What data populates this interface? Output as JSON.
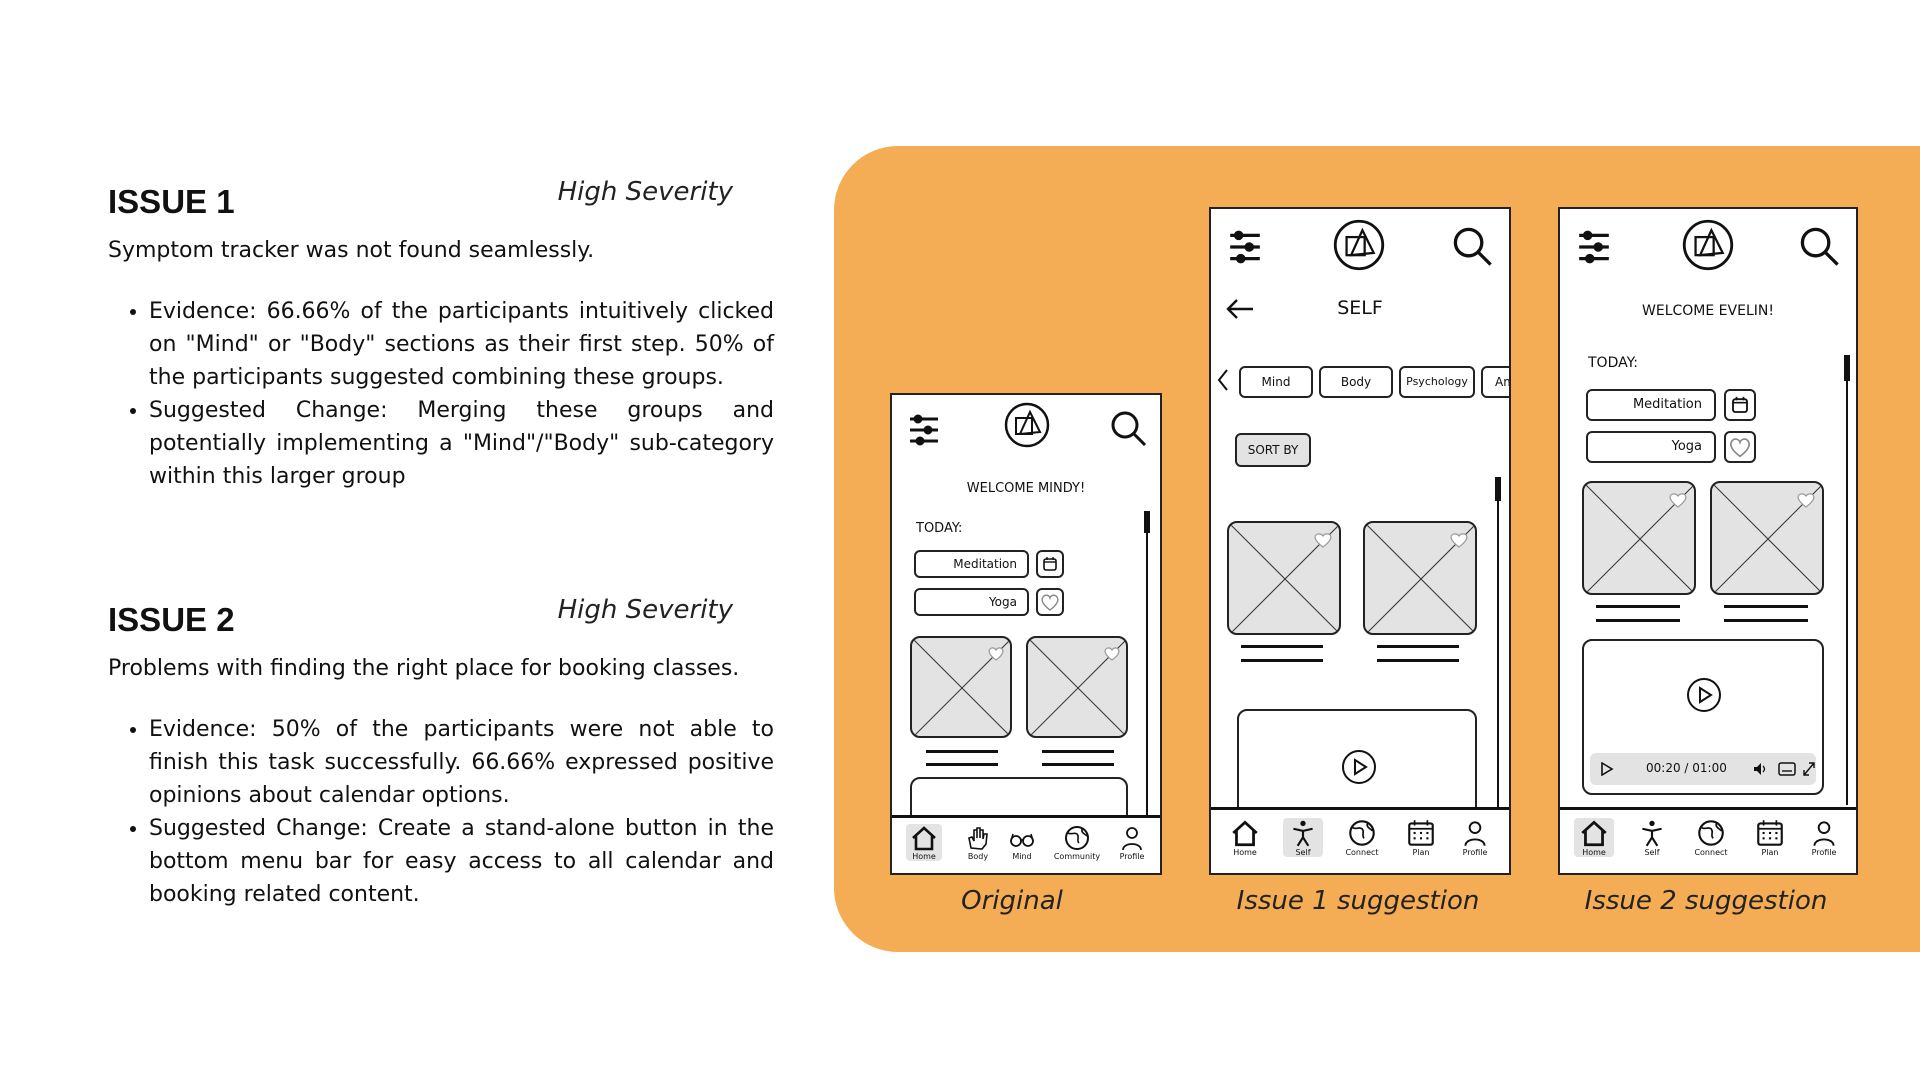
{
  "issues": [
    {
      "title": "ISSUE 1",
      "severity": "High Severity",
      "summary": "Symptom tracker was not found seamlessly.",
      "bullets": [
        "Evidence: 66.66% of the participants intuitively clicked on \"Mind\" or \"Body\" sections as their first step. 50% of the participants suggested combining these groups.",
        "Suggested Change: Merging these groups and potentially implementing a \"Mind\"/\"Body\" sub-category within this larger group"
      ]
    },
    {
      "title": "ISSUE 2",
      "severity": "High Severity",
      "summary": "Problems with finding the right place for booking classes.",
      "bullets": [
        "Evidence: 50% of the participants were not able to finish this task successfully. 66.66% expressed positive opinions about calendar options.",
        "Suggested Change: Create a stand-alone button in the bottom menu bar for easy access to all calendar and booking related content."
      ]
    }
  ],
  "accent_color": "#f5ad55",
  "phones": {
    "original": {
      "caption": "Original",
      "welcome": "WELCOME MINDY!",
      "today": "TODAY:",
      "items": [
        "Meditation",
        "Yoga"
      ],
      "nav": [
        "Home",
        "Body",
        "Mind",
        "Community",
        "Profile"
      ],
      "active_nav": "Home"
    },
    "issue1": {
      "caption": "Issue 1 suggestion",
      "title": "SELF",
      "chips": [
        "Mind",
        "Body",
        "Psychology",
        "Am"
      ],
      "sort": "SORT BY",
      "nav": [
        "Home",
        "Self",
        "Connect",
        "Plan",
        "Profile"
      ],
      "active_nav": "Self"
    },
    "issue2": {
      "caption": "Issue 2 suggestion",
      "welcome": "WELCOME EVELIN!",
      "today": "TODAY:",
      "items": [
        "Meditation",
        "Yoga"
      ],
      "video_time": "00:20 / 01:00",
      "nav": [
        "Home",
        "Self",
        "Connect",
        "Plan",
        "Profile"
      ],
      "active_nav": "Home"
    }
  }
}
